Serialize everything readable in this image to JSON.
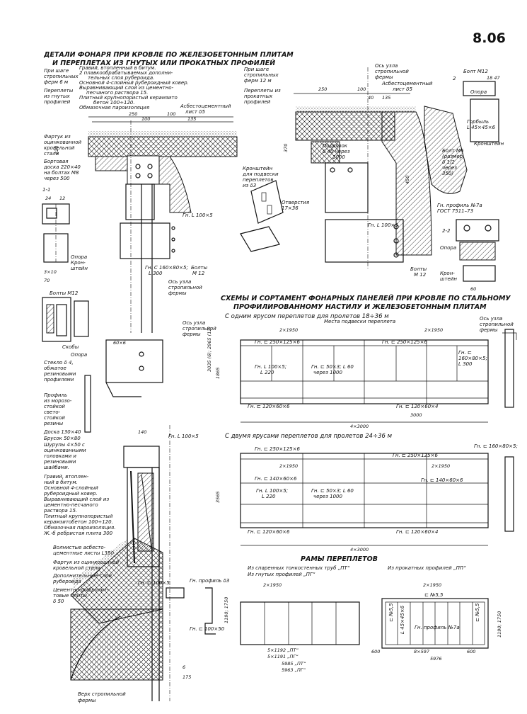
{
  "sheet_number": "8.06",
  "title": {
    "line1": "ДЕТАЛИ ФОНАРЯ ПРИ КРОВЛЕ ПО ЖЕЛЕЗОБЕТОННЫМ ПЛИТАМ",
    "line2": "И ПЕРЕПЛЕТАХ ИЗ ГНУТЫХ ИЛИ ПРОКАТНЫХ ПРОФИЛЕЙ"
  },
  "left_detail": {
    "truss_step": [
      "При шаге",
      "стропильных",
      "ферм 6 м"
    ],
    "sashes": [
      "Переплеты",
      "из гнутых",
      "профилей"
    ],
    "roof_layers": [
      "Гравий, втопленный в битум.",
      "2 плавкообрабатываемых дополни-",
      "тельных слоя рубероида.",
      "Основной 4-слойный рубероидный ковер.",
      "Выравнивающий слой из цементно-",
      "песчаного раствора 15.",
      "Плитный крупнопористый керамзито",
      "бетон 100÷120.",
      "Обмазочная пароизоляция"
    ],
    "asbestos_sheet": [
      "Асбестоцементный",
      "лист δ5"
    ],
    "flashing": [
      "Фартук из",
      "оцинкованной",
      "кровельной",
      "стали"
    ],
    "board": [
      "Бортовая",
      "доска 220×40",
      "на болтах М8",
      "через 500"
    ],
    "section_11": "1-1",
    "support_bracket": [
      "Опора",
      "Крон-",
      "штейн"
    ],
    "bolts_m12": "Болты М12",
    "staples": "Скобы",
    "glass": [
      "Стекло δ 4,",
      "обжатое",
      "резиновыми",
      "профилями"
    ],
    "profile": [
      "Профиль",
      "из морозо-",
      "стойкой",
      "свето-",
      "стойкой",
      "резины"
    ],
    "gn_l": "Гн. L 100×5",
    "gn_c": [
      "Гн. C 160×80×5;",
      "L 300"
    ],
    "bolts_m12b": [
      "Болты",
      "М 12"
    ],
    "truss_node": [
      "Ось узла",
      "стропильной",
      "фермы"
    ]
  },
  "mid_detail": {
    "bracket": [
      "Кронштейн",
      "для подвески",
      "переплетов",
      "из δ3"
    ],
    "holes": [
      "Отверстия",
      "17×36"
    ]
  },
  "right_detail": {
    "truss_step": [
      "При шаге",
      "стропильных",
      "ферм 12 м"
    ],
    "sashes": [
      "Переплеты из",
      "прокатных",
      "профилей"
    ],
    "truss_axis": [
      "Ось узла",
      "стропильной",
      "фермы"
    ],
    "asbestos_sheet": [
      "Асбестоцементный",
      "лист δ5"
    ],
    "bolt_m12": "Болт М12",
    "support": "Опора",
    "gorbyl": [
      "Горбыль",
      "L 45×45×6"
    ],
    "bracket": "Кронштейн",
    "bolt_m6": [
      "Болт М6",
      "(размер",
      "δ 1/2",
      "через",
      "350)"
    ],
    "pad": [
      "Подвязок",
      "δ 40 через",
      "1000"
    ],
    "gn_profile": [
      "Гн. профиль №7а",
      "ГОСТ 7511–73"
    ],
    "section_22": "2-2",
    "support2": "Опора",
    "bracket2": [
      "Крон-",
      "штейн"
    ],
    "bolts": [
      "Болты",
      "М 12"
    ]
  },
  "schemes": {
    "title1": "СХЕМЫ И СОРТАМЕНТ ФОНАРНЫХ ПАНЕЛЕЙ ПРИ КРОВЛЕ ПО СТАЛЬНОМУ",
    "title2": "ПРОФИЛИРОВАННОМУ НАСТИЛУ И ЖЕЛЕЗОБЕТОННЫМ ПЛИТАМ",
    "one_tier": "С одним ярусом переплетов для пролетов 18÷36 м",
    "two_tier": "С двумя ярусами переплетов для пролетов 24÷36 м",
    "truss_axis": [
      "Ось узла",
      "стропильной",
      "фермы"
    ],
    "hang_places": "Места подвески переплета",
    "dim_2x1950": "2×1950",
    "dim_4x3000": "4×3000",
    "dim_3000": "3000",
    "gn_top": "Гн. ⊏ 250×125×6",
    "gn_bot": "Гн. ⊏ 120×60×4",
    "gn_bot2": "Гн. ⊏ 120×60×6",
    "gn_l100": [
      "Гн. L 100×5;",
      "L 220"
    ],
    "gn_c50": [
      "Гн. ⊏ 50×3; L 60",
      "через 1000"
    ],
    "gn_c160": [
      "Гн. ⊏",
      "160×80×5;",
      "L 300"
    ],
    "gn_c140": "Гн. ⊏ 140×60×6"
  },
  "frames": {
    "title": "РАМЫ ПЕРЕПЛЕТОВ",
    "left_cap1": "Из спаренных тонкостенных труб „ПТ“",
    "left_cap2": "Из гнутых профилей „ПГ“",
    "right_cap": "Из прокатных профилей „ПП“",
    "profile63": "Гн. профиль δ3",
    "gn_c100": "Гн. ⊏ 100×50",
    "dim_2x1950": "2×1950",
    "dim_5x1192": "5×1192 „ПТ“",
    "dim_5x1191": "5×1191 „ПГ“",
    "dim_5985": "5985 „ПТ“",
    "dim_5963": "5963 „ПГ“",
    "c55": "⊏ №5,5",
    "angle": "L 45×45×6",
    "gn_prof7a": "Гн. профиль №7а",
    "dim_8x597": "8×597",
    "dim_5976": "5976",
    "dim_600": "600"
  },
  "lower_left": {
    "board": "Доска 130×40",
    "bar": "Брусок 50×80",
    "screws": [
      "Шурупы 4×50 с",
      "оцинкованными",
      "головками и",
      "резиновыми",
      "шайбами."
    ],
    "roof_layers": [
      "Гравий, втоплен-",
      "ный в битум.",
      "Основной 4-слойный",
      "рубероидный ковер.",
      "Выравнивающий слой из",
      "цементно-песчаного",
      "раствора 15.",
      "Плитный крупнопористый",
      "керамзитобетон 100÷120.",
      "Обмазочная пароизоляция.",
      "Ж.-б ребристая плита 300"
    ],
    "asbestos": [
      "Волнистые асбесто-",
      "цементные листы L350"
    ],
    "flashing": [
      "Фартук из оцинкованной",
      "кровельной стали"
    ],
    "extra": [
      "Дополнительные слои",
      "рубероида"
    ],
    "fiber": [
      "Цементно-фибролит-",
      "товые плиты",
      "δ 50"
    ],
    "truss_top": [
      "Верх стропильной",
      "фермы"
    ],
    "gn_l100": "Гн. L 100×5",
    "gn_c100": "Гн. ⊏ 100×5",
    "dim_140": "140"
  }
}
